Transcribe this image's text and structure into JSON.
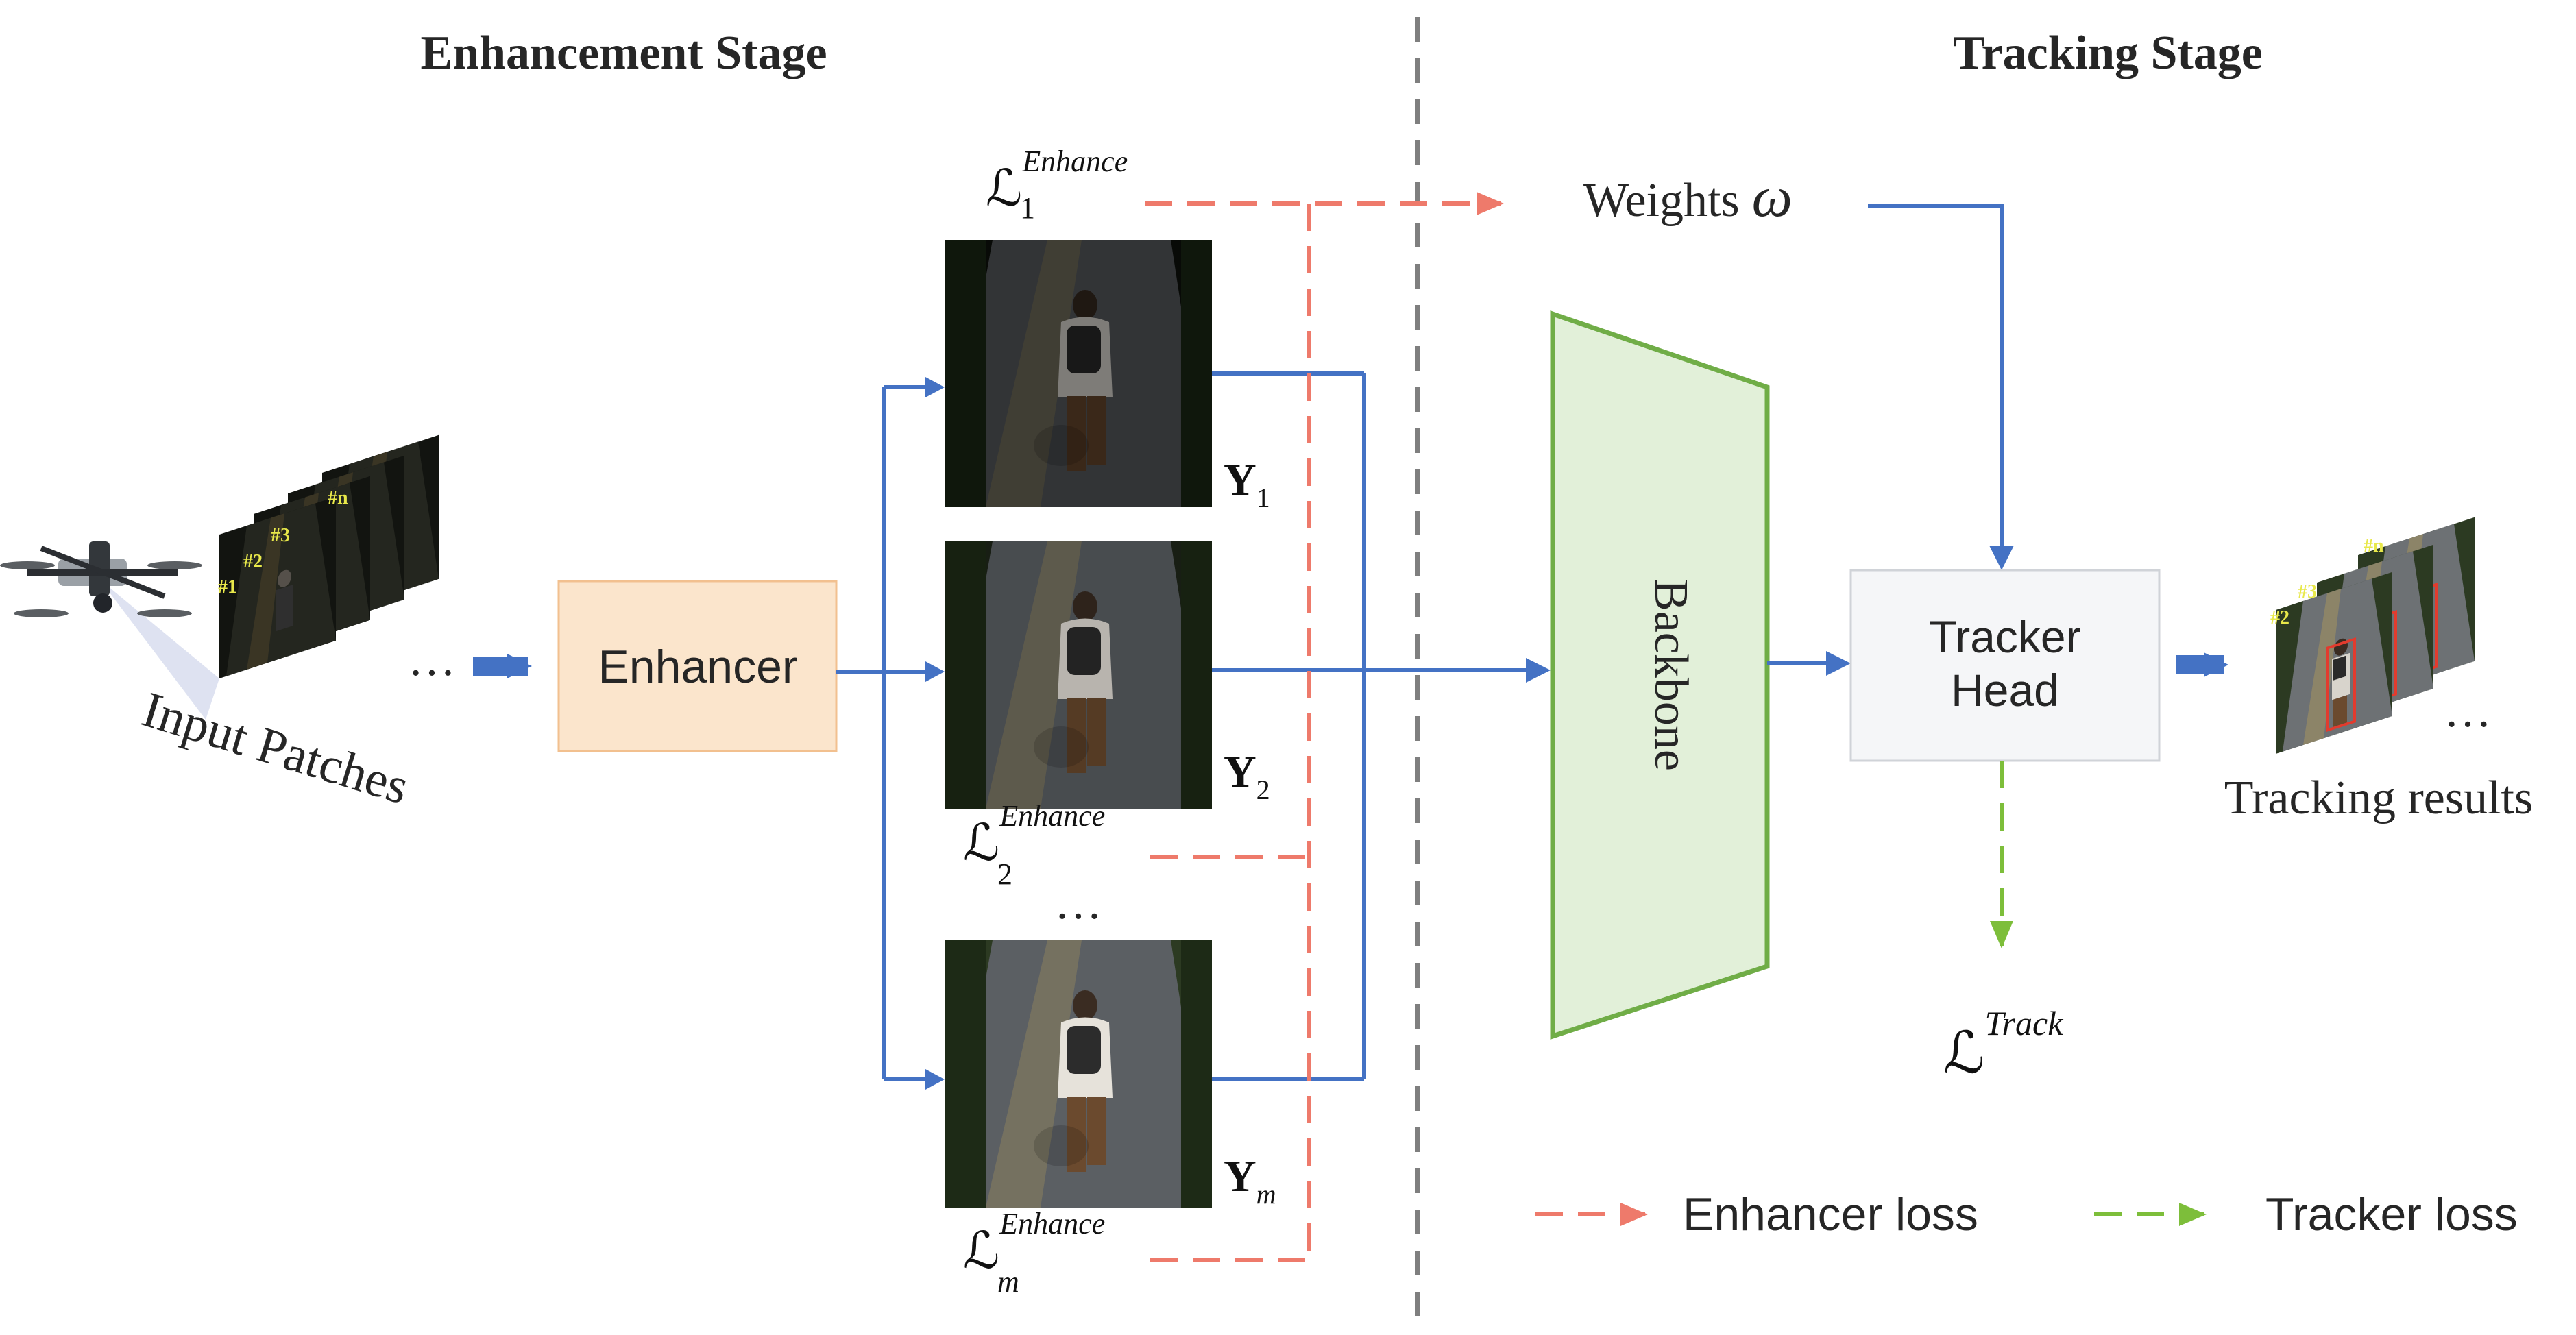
{
  "stages": {
    "enhancement": "Enhancement Stage",
    "tracking": "Tracking Stage"
  },
  "input": {
    "label": "Input Patches",
    "patch_tags": [
      "#1",
      "#2",
      "#3",
      "#n"
    ],
    "ellipsis": "…",
    "icon": "drone-icon"
  },
  "enhancer": {
    "label": "Enhancer"
  },
  "outputs": {
    "y1": {
      "base": "Y",
      "sub": "1"
    },
    "y2": {
      "base": "Y",
      "sub": "2"
    },
    "ym": {
      "base": "Y",
      "sub": "m"
    },
    "ellipsis": "…"
  },
  "losses": {
    "l1": {
      "base": "ℒ",
      "sup": "Enhance",
      "sub": "1"
    },
    "l2": {
      "base": "ℒ",
      "sup": "Enhance",
      "sub": "2"
    },
    "lm": {
      "base": "ℒ",
      "sup": "Enhance",
      "sub": "m"
    },
    "track": {
      "base": "ℒ",
      "sup": "Track"
    }
  },
  "weights": {
    "label": "Weights",
    "symbol": "ω"
  },
  "backbone": {
    "label": "Backbone"
  },
  "tracker_head": {
    "line1": "Tracker",
    "line2": "Head"
  },
  "results": {
    "label": "Tracking results",
    "patch_tags": [
      "#2",
      "#3",
      "#n"
    ],
    "ellipsis": "…"
  },
  "legend": {
    "enhancer_loss": "Enhancer loss",
    "tracker_loss": "Tracker loss"
  },
  "colors": {
    "flow_arrow": "#4472C4",
    "enhancer_loss": "#EE7A6B",
    "tracker_loss": "#7DBE3A",
    "enhancer_fill": "#FBE5CC",
    "enhancer_stroke": "#F2C08F",
    "backbone_fill": "#E2F0D9",
    "backbone_stroke": "#70AD47",
    "tracker_head_fill": "#F5F6F8",
    "divider": "#7F7F7F"
  }
}
